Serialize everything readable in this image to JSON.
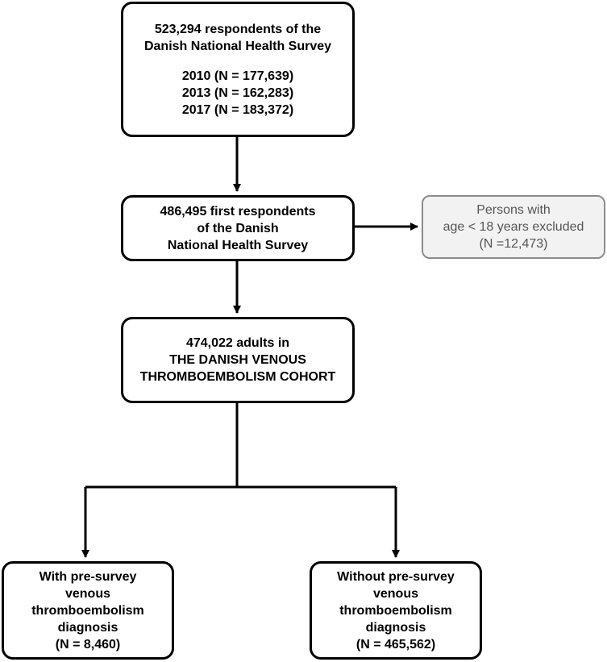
{
  "diagram": {
    "top_box": {
      "lines": [
        "523,294 respondents of the",
        "Danish National Health Survey"
      ],
      "years": [
        "2010 (N = 177,639)",
        "2013 (N = 162,283)",
        "2017 (N = 183,372)"
      ]
    },
    "first_respondents_box": {
      "lines": [
        "486,495 first respondents",
        "of the Danish",
        "National Health Survey"
      ]
    },
    "excluded_box": {
      "lines": [
        "Persons with",
        "age < 18 years excluded",
        "(N =12,473)"
      ]
    },
    "cohort_box": {
      "lines": [
        "474,022 adults in",
        "THE DANISH VENOUS",
        "THROMBOEMBOLISM COHORT"
      ]
    },
    "with_box": {
      "lines": [
        "With pre-survey",
        "venous",
        "thromboembolism",
        "diagnosis",
        "(N = 8,460)"
      ]
    },
    "without_box": {
      "lines": [
        "Without pre-survey",
        "venous",
        "thromboembolism",
        "diagnosis",
        "(N = 465,562)"
      ]
    },
    "colors": {
      "stroke": "#000000",
      "excluded_border": "#8c8c8c",
      "excluded_fill": "#f2f2f2",
      "excluded_text": "#555555"
    }
  }
}
